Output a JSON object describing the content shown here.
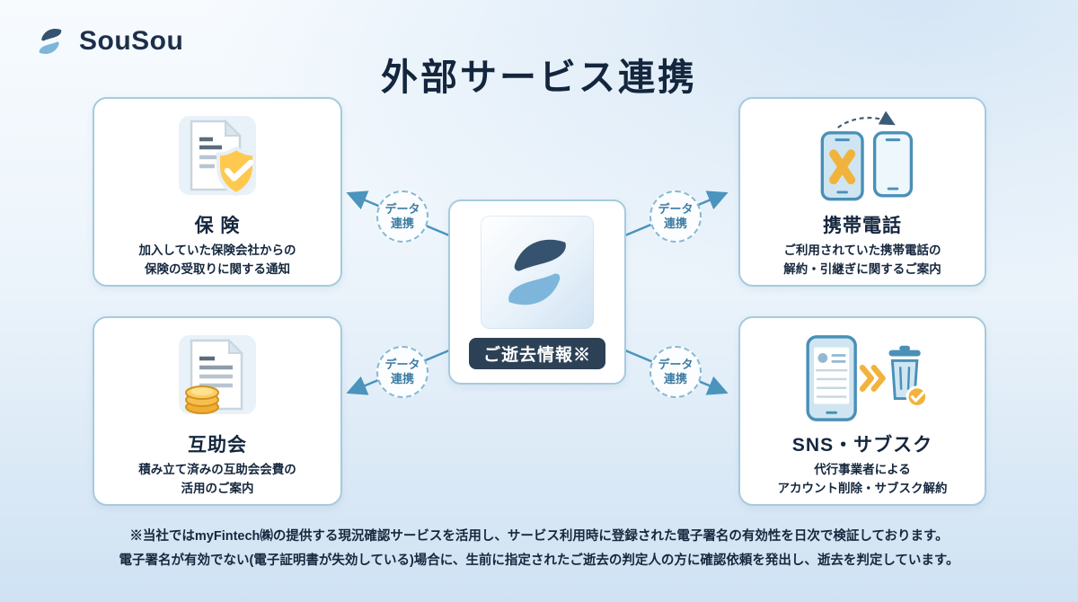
{
  "header": {
    "brand": "SouSou",
    "title": "外部サービス連携"
  },
  "center": {
    "badge_label": "ご逝去情報※"
  },
  "link_label": {
    "top": "データ",
    "bottom": "連携"
  },
  "cards": [
    {
      "id": "insurance",
      "title": "保 険",
      "desc": [
        "加入していた保険会社からの",
        "保険の受取りに関する通知"
      ]
    },
    {
      "id": "mobile-phone",
      "title": "携帯電話",
      "desc": [
        "ご利用されていた携帯電話の",
        "解約・引継ぎに関するご案内"
      ]
    },
    {
      "id": "mutual-aid",
      "title": "互助会",
      "desc": [
        "積み立て済みの互助会会費の",
        "活用のご案内"
      ]
    },
    {
      "id": "sns-subscription",
      "title": "SNS・サブスク",
      "desc": [
        "代行事業者による",
        "アカウント削除・サブスク解約"
      ]
    }
  ],
  "footnote": {
    "line1": "※当社ではmyFintech㈱の提供する現況確認サービスを活用し、サービス利用時に登録された電子署名の有効性を日次で検証しております。",
    "line2": "電子署名が有効でない(電子証明書が失効している)場合に、生前に指定されたご逝去の判定人の方に確認依頼を発出し、逝去を判定しています。"
  },
  "colors": {
    "accent_blue": "#4a94bd",
    "navy_text": "#14263d",
    "badge_bg": "#2d4156",
    "gold": "#f2b33c",
    "card_border": "#a5cbdd",
    "link_text": "#3d7ca3"
  }
}
